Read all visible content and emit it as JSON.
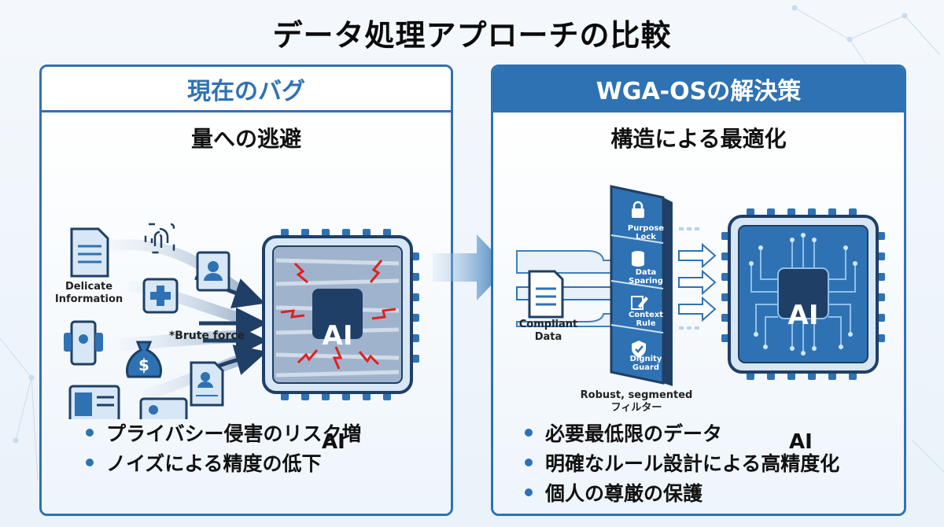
{
  "title": "データ処理アプローチの比較",
  "left": {
    "header": "現在のバグ",
    "subtitle": "量への逃避",
    "labels": {
      "delicate": "Delicate\nInformation",
      "brute": "*Brute force"
    },
    "chip": {
      "text": "AI",
      "caption": "AI"
    },
    "bullets": [
      "プライバシー侵害のリスク増",
      "ノイズによる精度の低下"
    ]
  },
  "right": {
    "header": "WGA-OSの解決策",
    "subtitle": "構造による最適化",
    "labels": {
      "compliant": "Compliant\nData",
      "filter": "Robust, segmented\nフィルター"
    },
    "filter_segments": [
      {
        "icon": "lock-icon",
        "label": "Purpose\nLock"
      },
      {
        "icon": "database-icon",
        "label": "Data\nSparing"
      },
      {
        "icon": "edit-icon",
        "label": "Context\nRule"
      },
      {
        "icon": "shield-check-icon",
        "label": "Dignity\nGuard"
      }
    ],
    "chip": {
      "text": "AI",
      "caption": "AI"
    },
    "bullets": [
      "必要最低限のデータ",
      "明確なルール設計による高精度化",
      "個人の尊厳の保護"
    ]
  },
  "colors": {
    "accent": "#2f72b3",
    "dark": "#1f3f66",
    "noise": "#e02020"
  }
}
